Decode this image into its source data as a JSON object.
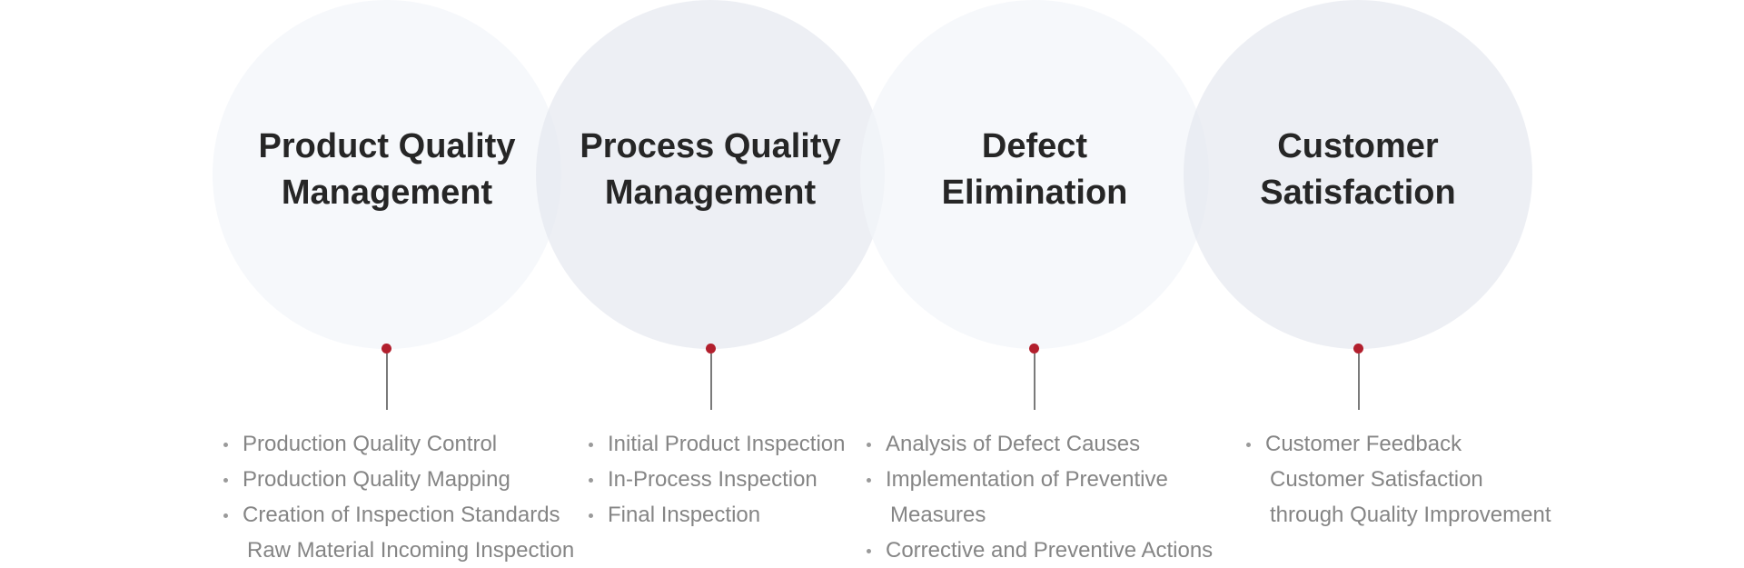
{
  "accent_color": "#b21f2d",
  "pillars": [
    {
      "title_line1": "Product Quality",
      "title_line2": "Management",
      "items": [
        {
          "text": "Production Quality Control",
          "bullet": true
        },
        {
          "text": "Production Quality Mapping",
          "bullet": true
        },
        {
          "text": "Creation of Inspection Standards",
          "bullet": true
        },
        {
          "text": "Raw Material Incoming Inspection",
          "bullet": false
        }
      ]
    },
    {
      "title_line1": "Process Quality",
      "title_line2": "Management",
      "items": [
        {
          "text": "Initial Product Inspection",
          "bullet": true
        },
        {
          "text": "In-Process Inspection",
          "bullet": true
        },
        {
          "text": "Final Inspection",
          "bullet": true
        }
      ]
    },
    {
      "title_line1": "Defect",
      "title_line2": "Elimination",
      "items": [
        {
          "text": "Analysis of Defect Causes",
          "bullet": true
        },
        {
          "text": "Implementation of Preventive",
          "bullet": true
        },
        {
          "text": "Measures",
          "bullet": false
        },
        {
          "text": "Corrective and Preventive Actions",
          "bullet": true
        }
      ]
    },
    {
      "title_line1": "Customer",
      "title_line2": "Satisfaction",
      "items": [
        {
          "text": "Customer Feedback",
          "bullet": true
        },
        {
          "text": "Customer Satisfaction",
          "bullet": false
        },
        {
          "text": "through Quality Improvement",
          "bullet": false
        }
      ]
    }
  ]
}
